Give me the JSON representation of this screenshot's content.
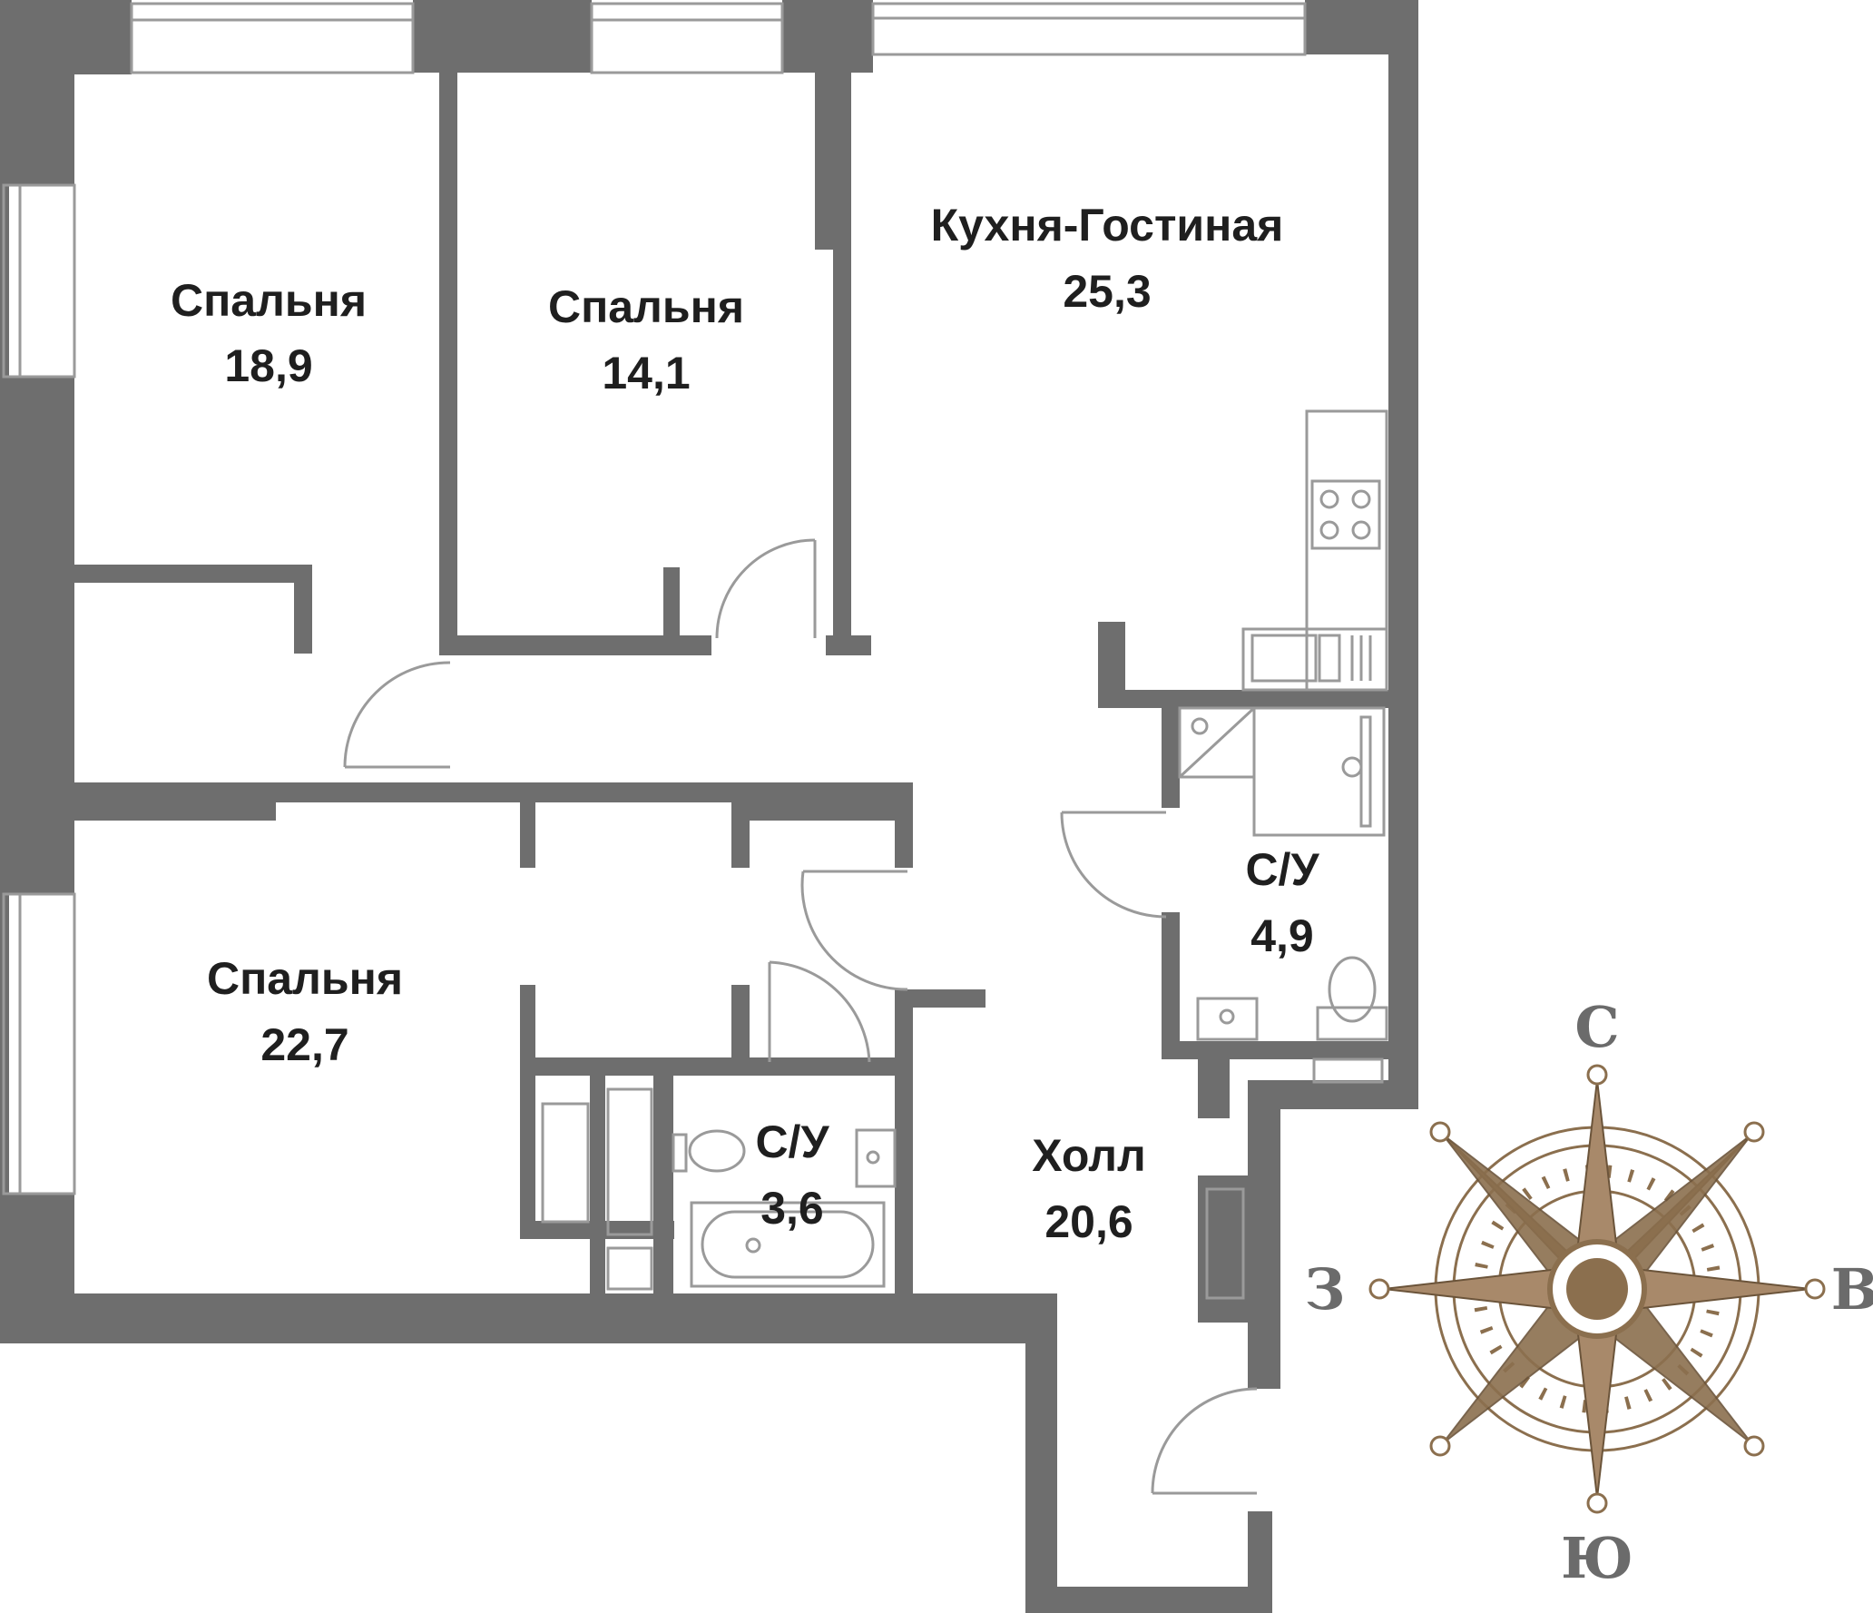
{
  "rooms": [
    {
      "id": "bedroom1",
      "name": "Спальня",
      "area": "18,9"
    },
    {
      "id": "bedroom2",
      "name": "Спальня",
      "area": "14,1"
    },
    {
      "id": "kitchen",
      "name": "Кухня-Гостиная",
      "area": "25,3"
    },
    {
      "id": "bedroom3",
      "name": "Спальня",
      "area": "22,7"
    },
    {
      "id": "bath1",
      "name": "С/У",
      "area": "4,9"
    },
    {
      "id": "bath2",
      "name": "С/У",
      "area": "3,6"
    },
    {
      "id": "hall",
      "name": "Холл",
      "area": "20,6"
    }
  ],
  "compass": {
    "north": "С",
    "south": "Ю",
    "west": "З",
    "east": "В"
  },
  "colors": {
    "wall": "#6e6e6e",
    "window": "#9a9a9a",
    "compass": "#8b6f4e",
    "compass_fill": "#ffffff",
    "text": "#1f1f1f"
  }
}
